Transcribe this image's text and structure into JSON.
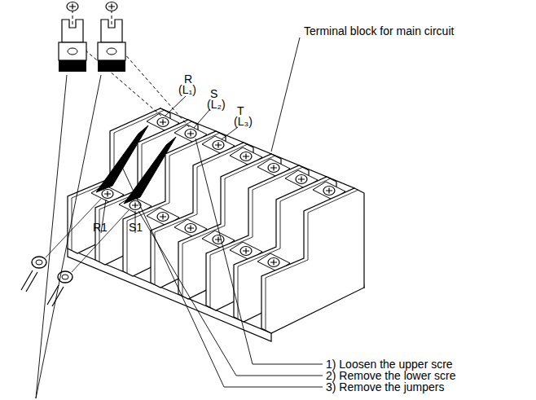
{
  "diagram": {
    "labels": [
      "R",
      "(L₁)",
      "S",
      "(L₂)",
      "T",
      "(L₃)",
      "Terminal block for main circuit",
      "R1",
      "S1",
      "1) Loosen the upper scre",
      "2) Remove the lower scre",
      "3) Remove the jumpers"
    ]
  }
}
